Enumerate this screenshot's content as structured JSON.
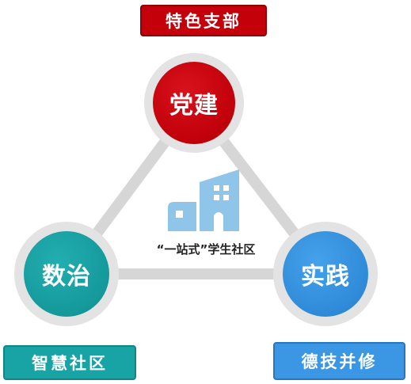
{
  "center": {
    "label": "“一站式”学生社区",
    "icon": "building-icon"
  },
  "nodes": {
    "top": {
      "label": "党建",
      "tag": "特色支部",
      "color": "#c4000a"
    },
    "left": {
      "label": "数治",
      "tag": "智慧社区",
      "color": "#18a3a5"
    },
    "right": {
      "label": "实践",
      "tag": "德技并修",
      "color": "#3b97e3"
    }
  },
  "colors": {
    "ring": "#e3e3e3",
    "triangle": "#d6d6d6",
    "building": "#8fc5e8"
  }
}
